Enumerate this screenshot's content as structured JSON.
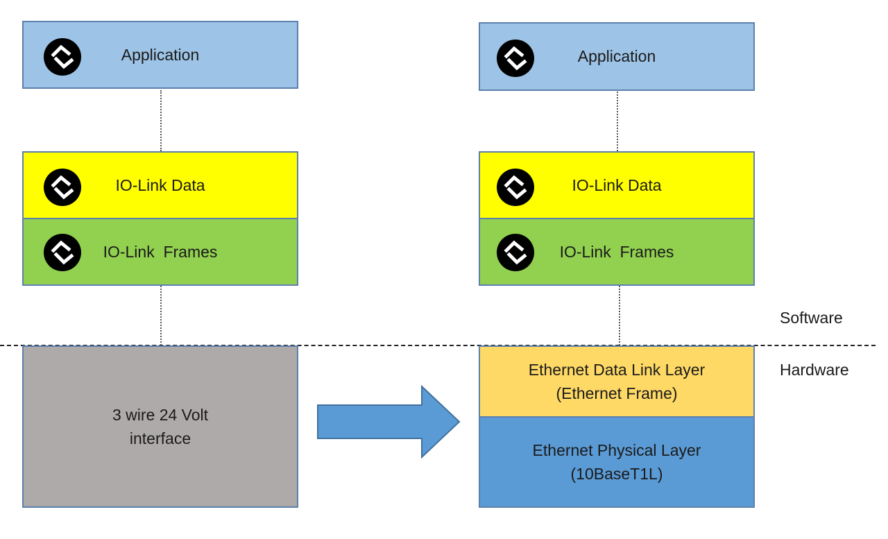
{
  "left_stack": {
    "application": "Application",
    "iolink_data": "IO-Link Data",
    "iolink_frames": "IO-Link  Frames",
    "interface": [
      "3 wire 24 Volt",
      "interface"
    ]
  },
  "right_stack": {
    "application": "Application",
    "iolink_data": "IO-Link Data",
    "iolink_frames": "IO-Link  Frames",
    "data_link": [
      "Ethernet Data Link Layer",
      "(Ethernet Frame)"
    ],
    "physical": [
      "Ethernet Physical Layer",
      "(10BaseT1L)"
    ]
  },
  "zones": {
    "software": "Software",
    "hardware": "Hardware"
  },
  "colors": {
    "application": "#9dc3e6",
    "iolink_data": "#ffff00",
    "iolink_frames": "#92d050",
    "interface": "#aeaaaa",
    "data_link": "#ffd966",
    "physical": "#5b9bd5",
    "arrow": "#5b9bd5"
  },
  "icons": {
    "layer": "transfer-arrows-icon"
  }
}
